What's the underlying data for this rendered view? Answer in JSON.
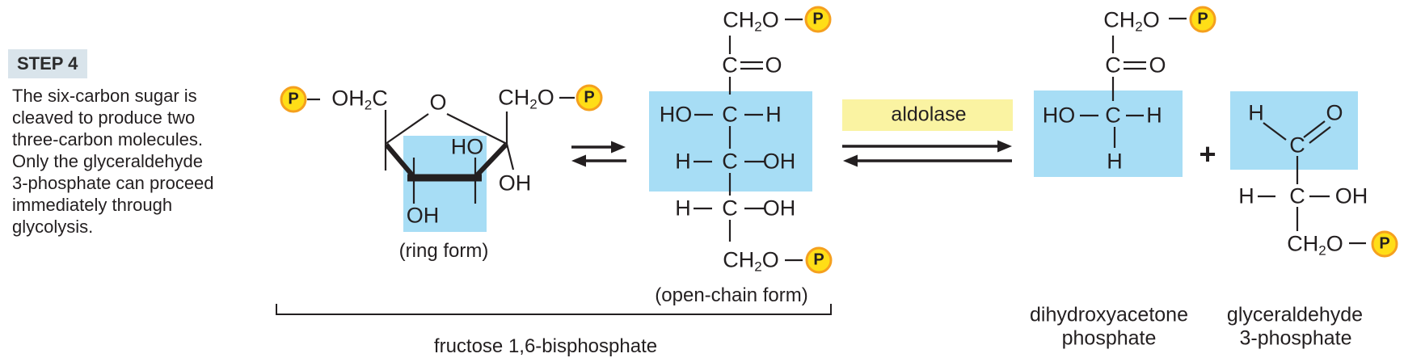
{
  "colors": {
    "highlight_blue": "#A7DDF5",
    "enzyme_yellow": "#FAF3A2",
    "phosphate_fill": "#FFDE17",
    "phosphate_border": "#F5A01E",
    "step_badge_bg": "#D9E4EB",
    "text": "#231F20"
  },
  "phosphate_symbol": "P",
  "step_panel": {
    "title": "STEP 4",
    "description": "The six-carbon sugar is cleaved to produce two three-carbon molecules. Only the glyceraldehyde 3-phosphate can proceed immediately through glycolysis."
  },
  "ring_form": {
    "caption": "(ring form)",
    "left_group": {
      "pre": "OH",
      "sub": "2",
      "post": "C"
    },
    "oxygen": "O",
    "right_group": {
      "pre": "CH",
      "sub": "2",
      "post": "O"
    },
    "ho_inner": "HO",
    "oh_right": "OH",
    "oh_bottom": "OH"
  },
  "open_chain": {
    "caption": "(open-chain form)",
    "c1_group": {
      "pre": "CH",
      "sub": "2",
      "post": "O"
    },
    "c2": {
      "c": "C",
      "o": "O"
    },
    "c3": {
      "left": "HO",
      "c": "C",
      "right": "H"
    },
    "c4": {
      "left": "H",
      "c": "C",
      "right": "OH"
    },
    "c5": {
      "left": "H",
      "c": "C",
      "right": "OH"
    },
    "c6_group": {
      "pre": "CH",
      "sub": "2",
      "post": "O"
    }
  },
  "bracket_label": "fructose 1,6-bisphosphate",
  "enzyme_label": "aldolase",
  "plus_sign": "+",
  "dhap": {
    "name_line1": "dihydroxyacetone",
    "name_line2": "phosphate",
    "c1_group": {
      "pre": "CH",
      "sub": "2",
      "post": "O"
    },
    "c2": {
      "c": "C",
      "o": "O"
    },
    "c3": {
      "left": "HO",
      "c": "C",
      "right": "H",
      "below": "H"
    }
  },
  "g3p": {
    "name_line1": "glyceraldehyde",
    "name_line2": "3-phosphate",
    "c1": {
      "h": "H",
      "c": "C",
      "o": "O"
    },
    "c2": {
      "left": "H",
      "c": "C",
      "right": "OH"
    },
    "c3_group": {
      "pre": "CH",
      "sub": "2",
      "post": "O"
    }
  }
}
